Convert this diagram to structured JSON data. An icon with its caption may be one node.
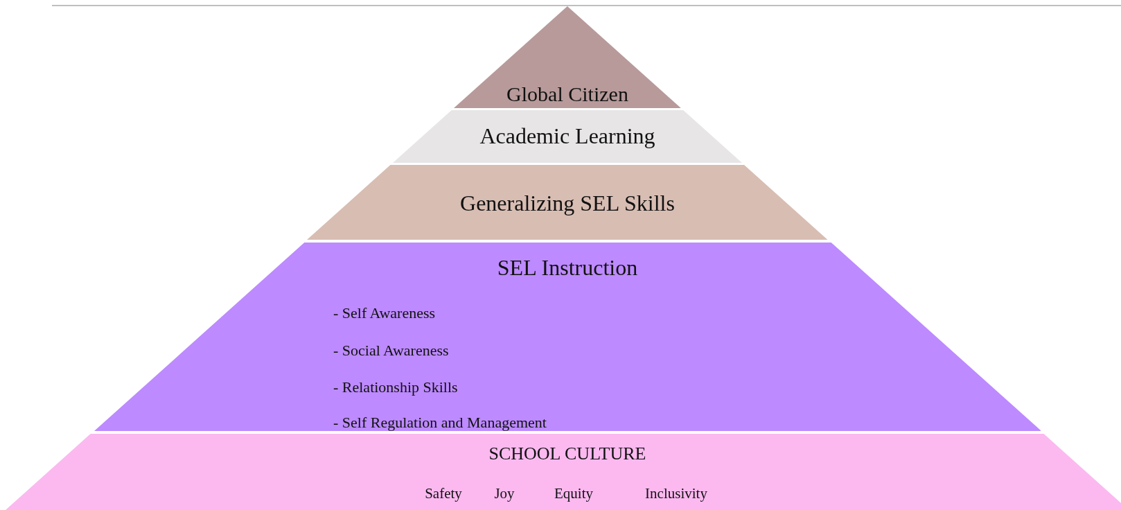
{
  "diagram": {
    "nodes": [
      {
        "text": [
          "Global Citizen"
        ]
      },
      {
        "text": [
          "Academic Learning"
        ]
      },
      {
        "text": [
          "Generalizing SEL Skills"
        ]
      },
      {
        "text": [
          "SEL Instruction",
          "- Self Awareness",
          "- Social Awareness",
          "- Relationship Skills",
          "- Self Regulation and Management"
        ]
      },
      {
        "text": [
          "SCHOOL CULTURE",
          "Safety",
          "Joy",
          "Equity",
          "Inclusivity"
        ]
      }
    ]
  }
}
